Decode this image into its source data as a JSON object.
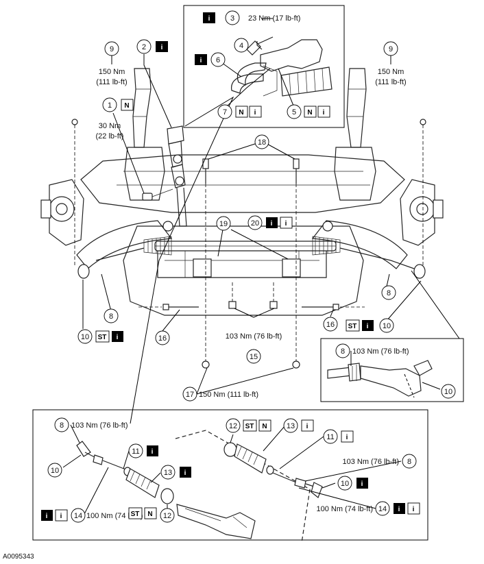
{
  "figure_id": "A0095343",
  "icon_glyphs": {
    "info": "i",
    "info_outline": "i",
    "new": "N",
    "special_tool": "ST"
  },
  "callouts": {
    "c1": "1",
    "c2": "2",
    "c3": "3",
    "c4": "4",
    "c5": "5",
    "c6": "6",
    "c7": "7",
    "c8": "8",
    "c9": "9",
    "c10": "10",
    "c11": "11",
    "c12": "12",
    "c13": "13",
    "c14": "14",
    "c15": "15",
    "c16": "16",
    "c17": "17",
    "c18": "18",
    "c19": "19",
    "c20": "20"
  },
  "torques": {
    "t3": "23 Nm (17 lb-ft)",
    "t9_a": "150 Nm",
    "t9_b": "(111 lb-ft)",
    "t1_a": "30 Nm",
    "t1_b": "(22 lb-ft)",
    "t15": "103 Nm (76 lb-ft)",
    "t17": "150 Nm (111 lb-ft)",
    "t8": "103 Nm (76 lb-ft)",
    "t14": "100 Nm (74 lb-ft)"
  },
  "colors": {
    "line": "#000000",
    "drawing": "#222222",
    "background": "#ffffff"
  }
}
